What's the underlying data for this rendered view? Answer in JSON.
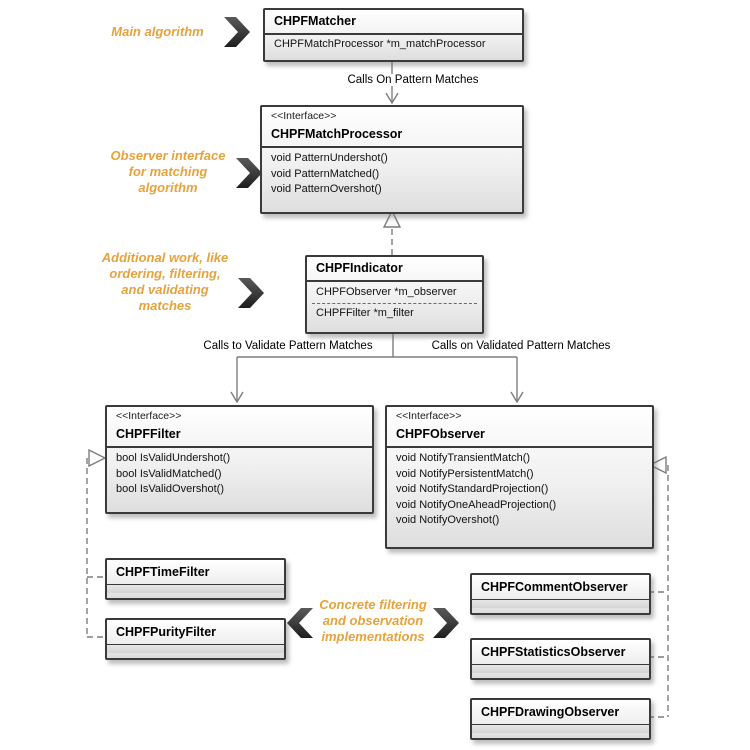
{
  "diagram": {
    "notes": {
      "main_algorithm": "Main algorithm",
      "observer_interface": "Observer interface\nfor matching\nalgorithm",
      "additional_work": "Additional work, like\nordering, filtering,\nand validating\nmatches",
      "concrete_impl": "Concrete filtering\nand observation\nimplementations"
    },
    "edge_labels": {
      "matcher_to_processor": "Calls On Pattern Matches",
      "indicator_to_filter": "Calls to Validate Pattern Matches",
      "indicator_to_observer": "Calls on Validated Pattern Matches"
    },
    "classes": {
      "matcher": {
        "name": "CHPFMatcher",
        "members": [
          "CHPFMatchProcessor *m_matchProcessor"
        ]
      },
      "match_processor": {
        "stereotype": "<<Interface>>",
        "name": "CHPFMatchProcessor",
        "methods": [
          "void PatternUndershot()",
          "void PatternMatched()",
          "void PatternOvershot()"
        ]
      },
      "indicator": {
        "name": "CHPFIndicator",
        "members": [
          "CHPFObserver *m_observer",
          "CHPFFilter *m_filter"
        ]
      },
      "filter": {
        "stereotype": "<<Interface>>",
        "name": "CHPFFilter",
        "methods": [
          "bool IsValidUndershot()",
          "bool IsValidMatched()",
          "bool IsValidOvershot()"
        ]
      },
      "observer": {
        "stereotype": "<<Interface>>",
        "name": "CHPFObserver",
        "methods": [
          "void NotifyTransientMatch()",
          "void NotifyPersistentMatch()",
          "void NotifyStandardProjection()",
          "void NotifyOneAheadProjection()",
          "void NotifyOvershot()"
        ]
      },
      "time_filter": {
        "name": "CHPFTimeFilter"
      },
      "purity_filter": {
        "name": "CHPFPurityFilter"
      },
      "comment_observer": {
        "name": "CHPFCommentObserver"
      },
      "statistics_observer": {
        "name": "CHPFStatisticsObserver"
      },
      "drawing_observer": {
        "name": "CHPFDrawingObserver"
      }
    },
    "colors": {
      "note_text": "#E8A23B",
      "box_border": "#3a3a3a",
      "connector": "#7d7d7d",
      "box_fill_top": "#ffffff",
      "box_fill_bottom": "#dedede"
    },
    "icons": {
      "chevron_right": "»",
      "chevron_left": "«"
    }
  }
}
